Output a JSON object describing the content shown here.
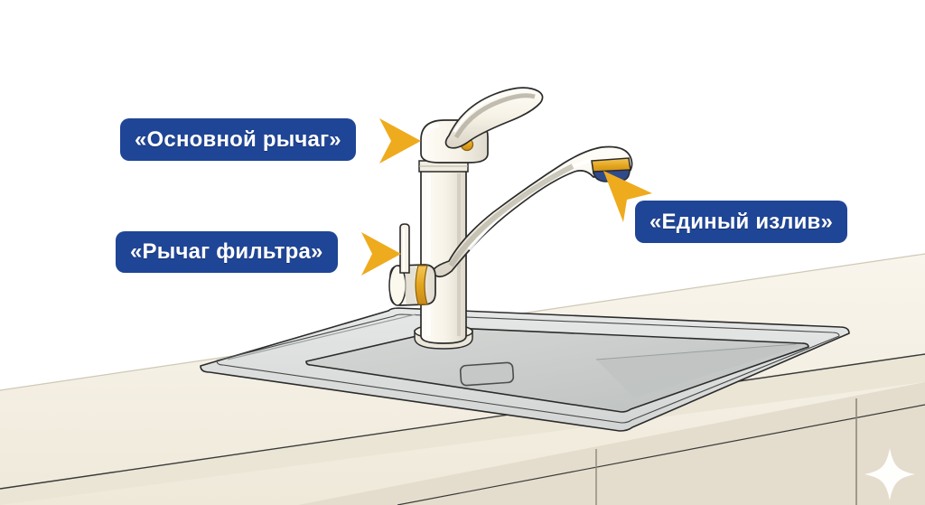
{
  "scene": {
    "title": "Kitchen faucet with water filter — annotated illustration",
    "background_color": "#ffffff",
    "counter_color": "#f3eee2",
    "counter_top_color": "#f7f3e9",
    "cabinet_color": "#e6e0d1",
    "sink_color": "#d9dbd9",
    "sink_basin_color": "#c9cccb",
    "faucet_body_color": "#f7f3e8",
    "faucet_shade_color": "#d8d6cf",
    "outline_color": "#2b2b2b",
    "accent_gold": "#e8a81d",
    "accent_blue": "#1f4596",
    "aerator_blue": "#2f4b8c"
  },
  "callouts": [
    {
      "id": "main-lever",
      "label": "«Основной рычаг»",
      "pointer": "arrow-right-icon",
      "target": "faucet main mixer lever"
    },
    {
      "id": "filter-lever",
      "label": "«Рычаг фильтра»",
      "pointer": "arrow-right-icon",
      "target": "filter tap lever knob"
    },
    {
      "id": "single-spout",
      "label": "«Единый излив»",
      "pointer": "arrow-upleft-icon",
      "target": "combined spout outlet"
    }
  ],
  "decor": {
    "sparkle": "sparkle-icon"
  }
}
